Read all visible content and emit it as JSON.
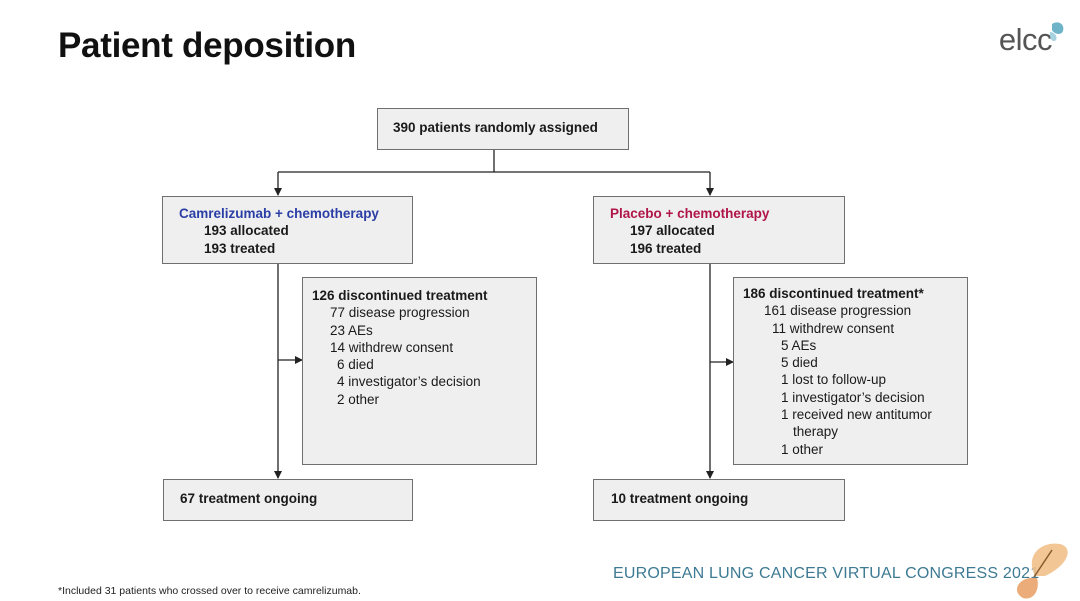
{
  "title": "Patient deposition",
  "logo_text": "elcc",
  "top_box": {
    "text": "390 patients randomly assigned"
  },
  "left_arm": {
    "name": "Camrelizumab + chemotherapy",
    "name_color": "#2b3ea6",
    "allocated": "193 allocated",
    "treated": "193 treated",
    "discontinued": {
      "heading": "126 discontinued treatment",
      "reasons": [
        "77 disease progression",
        "23 AEs",
        "14 withdrew consent",
        "6 died",
        "4 investigator’s decision",
        "2 other"
      ]
    },
    "ongoing": "67 treatment ongoing"
  },
  "right_arm": {
    "name": "Placebo + chemotherapy",
    "name_color": "#b0154a",
    "allocated": "197 allocated",
    "treated": "196 treated",
    "discontinued": {
      "heading": "186 discontinued treatment*",
      "reasons": [
        "161 disease progression",
        "11 withdrew consent",
        "5 AEs",
        "5 died",
        "1 lost to follow-up",
        "1 investigator’s decision",
        "1 received new antitumor",
        "therapy",
        "1 other"
      ]
    },
    "ongoing": "10 treatment ongoing"
  },
  "footnote": "*Included 31 patients who crossed over to receive camrelizumab.",
  "congress": "EUROPEAN LUNG CANCER VIRTUAL CONGRESS 2021"
}
